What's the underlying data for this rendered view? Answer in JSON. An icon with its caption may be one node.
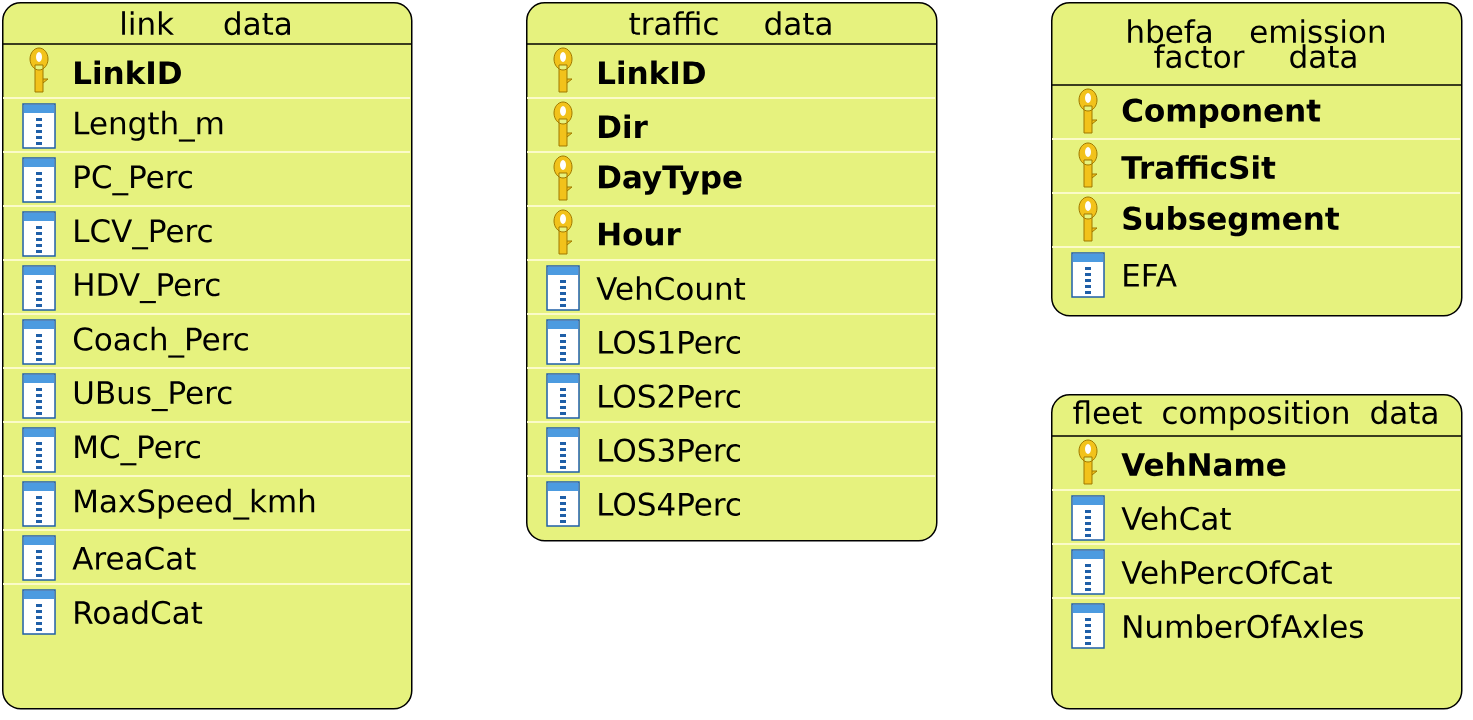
{
  "diagram": {
    "nodes": [
      {
        "text": [
          "link data"
        ]
      },
      {
        "text": [
          "LinkID"
        ],
        "in": 0
      },
      {
        "text": [
          "Length_m"
        ],
        "in": 0
      },
      {
        "text": [
          "PC_Perc"
        ],
        "in": 0
      },
      {
        "text": [
          "LCV_Perc"
        ],
        "in": 0
      },
      {
        "text": [
          "HDV_Perc"
        ],
        "in": 0
      },
      {
        "text": [
          "Coach_Perc"
        ],
        "in": 0
      },
      {
        "text": [
          "UBus_Perc"
        ],
        "in": 0
      },
      {
        "text": [
          "MC_Perc"
        ],
        "in": 0
      },
      {
        "text": [
          "MaxSpeed_kmh"
        ],
        "in": 0
      },
      {
        "text": [
          "AreaCat"
        ],
        "in": 0
      },
      {
        "text": [
          "RoadCat"
        ],
        "in": 0
      },
      {
        "text": [
          "traffic data"
        ]
      },
      {
        "text": [
          "LinkID"
        ],
        "in": 12
      },
      {
        "text": [
          "Dir"
        ],
        "in": 12
      },
      {
        "text": [
          "DayType"
        ],
        "in": 12
      },
      {
        "text": [
          "Hour"
        ],
        "in": 12
      },
      {
        "text": [
          "VehCount"
        ],
        "in": 12
      },
      {
        "text": [
          "LOS1Perc"
        ],
        "in": 12
      },
      {
        "text": [
          "LOS2Perc"
        ],
        "in": 12
      },
      {
        "text": [
          "LOS3Perc"
        ],
        "in": 12
      },
      {
        "text": [
          "LOS4Perc"
        ],
        "in": 12
      },
      {
        "text": [
          "hbefa emission factor data"
        ]
      },
      {
        "text": [
          "Component"
        ],
        "in": 22
      },
      {
        "text": [
          "TrafficSit"
        ],
        "in": 22
      },
      {
        "text": [
          "Subsegment"
        ],
        "in": 22
      },
      {
        "text": [
          "EFA"
        ],
        "in": 22
      },
      {
        "text": [
          "fleet composition data"
        ]
      },
      {
        "text": [
          "VehName"
        ],
        "in": 27
      },
      {
        "text": [
          "VehCat"
        ],
        "in": 27
      },
      {
        "text": [
          "VehPercOfCat"
        ],
        "in": 27
      },
      {
        "text": [
          "NumberOfAxles"
        ],
        "in": 27
      }
    ]
  }
}
